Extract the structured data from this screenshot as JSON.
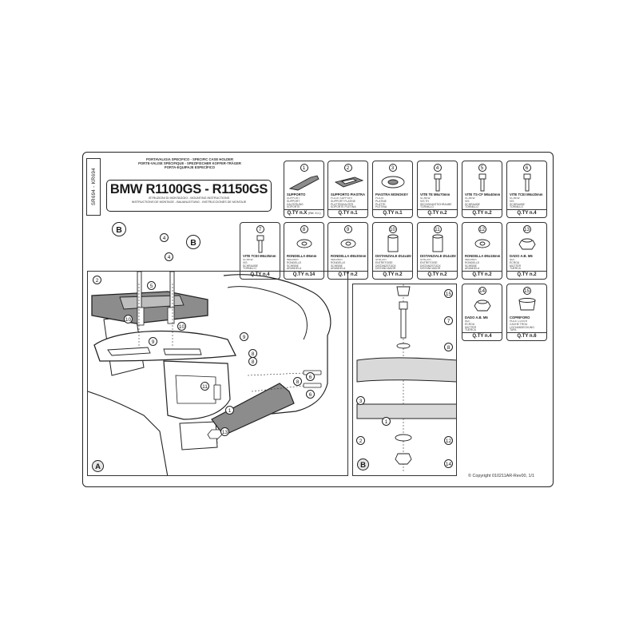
{
  "document": {
    "side_code": "SR694 - KR694",
    "header_lines": [
      "PORTAVALIGIA SPECIFICO - SPECIFIC CASE HOLDER",
      "PORTE-VALISE SPÉCIFIQUE - SPEZIFISCHER KOFFER-TRÄGER",
      "PORTA-EQUIPAJE ESPECÍFICO"
    ],
    "model_title": "BMW R1100GS - R1150GS",
    "instruction_lines": [
      "ISTRUZIONI DI MONTAGGIO - MOUNTING INSTRUCTIONS",
      "INSTRUCTIONS DE MONTAGE - BAUANLEITUNG - INSTRUCCIONES DE MONTAJE"
    ],
    "copyright": "© Copyright 010211AR-Rev00, 1/1"
  },
  "parts": [
    {
      "num": "1",
      "name": "SUPPORTO",
      "desc": "SUPPORT\nSUPPORT\nHALTERUNG\nSOPORTE",
      "qty_label": "Q.TY n.X",
      "qty_note": "(Ref. X n.)"
    },
    {
      "num": "2",
      "name": "SUPPORTO PIASTRA",
      "desc": "PLATE SUPPORT\nSUPPORT PLATINE\nPLATTENHALTER\nSOPORTE PLETINA",
      "qty_label": "Q.TY n.1",
      "qty_note": ""
    },
    {
      "num": "3",
      "name": "PIASTRA MONOKEY",
      "desc": "PLATE\nPLATINE\nPLATTE\nPLETINA",
      "qty_label": "Q.TY n.1",
      "qty_note": ""
    },
    {
      "num": "4",
      "name": "VITE TE M6x70mm",
      "desc": "SCREW\nVIS TH\nSECHSKANTSCHRAUBE\nTORNILLO",
      "qty_label": "Q.TY n.2",
      "qty_note": ""
    },
    {
      "num": "5",
      "name": "VITE TS-CF M6x40mm",
      "desc": "SCREW\nVIS\nSCHRAUBE\nTORNILLO",
      "qty_label": "Q.TY n.2",
      "qty_note": ""
    },
    {
      "num": "6",
      "name": "VITE TCEI M6x20mm",
      "desc": "SCREW\nVIS\nSCHRAUBE\nTORNILLO",
      "qty_label": "Q.TY n.4",
      "qty_note": ""
    },
    {
      "num": "7",
      "name": "VITE TCEI M6x25mm",
      "desc": "SCREW\nVIS\nSCHRAUBE\nTORNILLO",
      "qty_label": "Q.TY n.4",
      "qty_note": ""
    },
    {
      "num": "8",
      "name": "RONDELLA Ø6mm",
      "desc": "WASHER\nRONDELLE\nSCHEIBE\nARANDELA",
      "qty_label": "Q.TY n.14",
      "qty_note": ""
    },
    {
      "num": "9",
      "name": "RONDELLA Ø8x30mm",
      "desc": "WASHER\nRONDELLE\nSCHEIBE\nARANDELA",
      "qty_label": "Q.TY n.2",
      "qty_note": ""
    },
    {
      "num": "10",
      "name": "DISTANZIALE Ø14x40mm",
      "desc": "SPACER\nENTRETOISE\nDISTANZSTÜCK\nDISTANCIADOR",
      "qty_label": "Q.TY n.2",
      "qty_note": ""
    },
    {
      "num": "11",
      "name": "DISTANZIALE Ø14x30mm",
      "desc": "SPACER\nENTRETOISE\nDISTANZSTÜCK\nDISTANCIADOR",
      "qty_label": "Q.TY n.2",
      "qty_note": ""
    },
    {
      "num": "12",
      "name": "RONDELLA Ø6x18mm",
      "desc": "WASHER\nRONDELLE\nSCHEIBE\nARANDELA",
      "qty_label": "Q.TY n.2",
      "qty_note": ""
    },
    {
      "num": "13",
      "name": "DADO A.B. M6",
      "desc": "NUT\nÉCROU\nMUTTER\nTUERCA",
      "qty_label": "Q.TY n.2",
      "qty_note": ""
    },
    {
      "num": "14",
      "name": "DADO A.B. M6",
      "desc": "NUT\nÉCROU\nMUTTER\nTUERCA",
      "qty_label": "Q.TY n.4",
      "qty_note": ""
    },
    {
      "num": "15",
      "name": "COPRIFORO",
      "desc": "HOLE COVER\nCACHE TROU\nLOCHABDECKUNG\nTAPA",
      "qty_label": "Q.TY n.6",
      "qty_note": ""
    }
  ],
  "diagram_labels": {
    "panel_a_letter": "A",
    "panel_b_letter": "B",
    "detail_ref_left": "B",
    "detail_ref_right": "B"
  },
  "panel_a_callouts": [
    "2",
    "4",
    "4",
    "5",
    "9",
    "10",
    "10",
    "9",
    "8",
    "8",
    "8",
    "6",
    "6",
    "11",
    "1",
    "13"
  ],
  "panel_b_callouts": [
    "15",
    "7",
    "8",
    "3",
    "1",
    "2",
    "12",
    "14"
  ],
  "colors": {
    "ink": "#1a1a1a",
    "part_fill": "#8c8c8c",
    "shade": "#d9d9d9",
    "paper": "#ffffff"
  }
}
